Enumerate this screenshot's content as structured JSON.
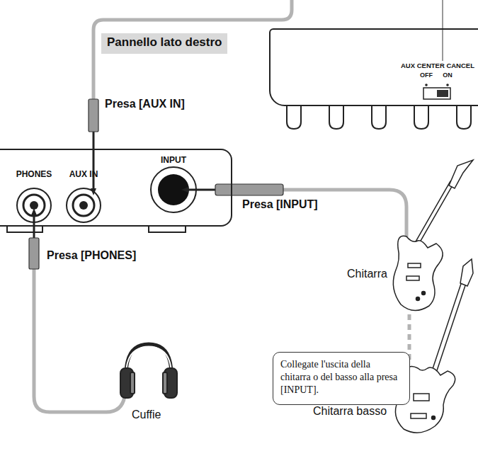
{
  "diagram": {
    "nodes": [
      {
        "text": [
          "Pannello lato destro"
        ]
      },
      {
        "text": [
          "AUX CENTER CANCEL",
          "OFF",
          "ON"
        ]
      },
      {
        "text": [
          "PHONES",
          "AUX IN",
          "INPUT"
        ]
      },
      {
        "text": [
          "Collegate l'uscita della chitarra o del basso alla presa [INPUT]."
        ]
      }
    ],
    "labels": [
      "Presa [AUX IN]",
      "Presa [INPUT]",
      "Presa [PHONES]",
      "Chitarra",
      "Chitarra basso",
      "Cuffie"
    ]
  }
}
